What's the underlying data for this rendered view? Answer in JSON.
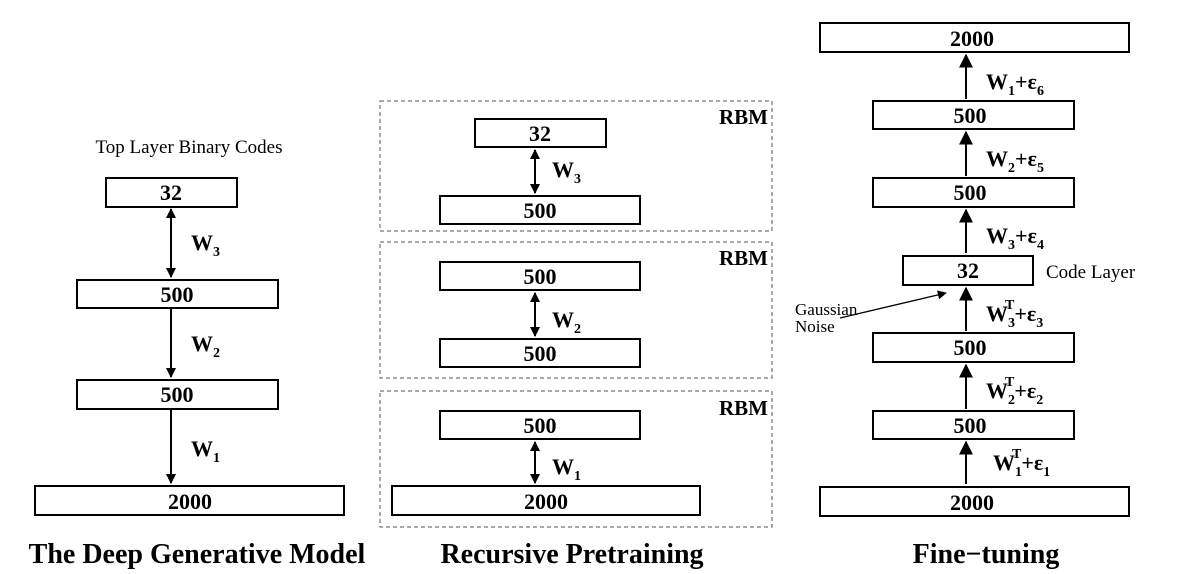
{
  "panels": {
    "generative": {
      "title": "The Deep Generative Model",
      "top_label": "Top Layer Binary Codes",
      "layers": [
        "32",
        "500",
        "500",
        "2000"
      ],
      "weights": [
        {
          "base": "W",
          "sub": "3"
        },
        {
          "base": "W",
          "sub": "2"
        },
        {
          "base": "W",
          "sub": "1"
        }
      ]
    },
    "pretraining": {
      "title": "Recursive Pretraining",
      "rbm_label": "RBM",
      "rbms": [
        {
          "top": "32",
          "bottom": "500",
          "weight": {
            "base": "W",
            "sub": "3"
          }
        },
        {
          "top": "500",
          "bottom": "500",
          "weight": {
            "base": "W",
            "sub": "2"
          }
        },
        {
          "top": "500",
          "bottom": "2000",
          "weight": {
            "base": "W",
            "sub": "1"
          }
        }
      ]
    },
    "finetuning": {
      "title": "Fine−tuning",
      "code_label": "Code Layer",
      "noise_label_1": "Gaussian",
      "noise_label_2": "Noise",
      "layers": [
        "2000",
        "500",
        "500",
        "32",
        "500",
        "500",
        "2000"
      ],
      "weights": [
        {
          "base": "W",
          "sub": "1",
          "sup": "",
          "plus": "+ε",
          "eps": "6"
        },
        {
          "base": "W",
          "sub": "2",
          "sup": "",
          "plus": "+ε",
          "eps": "5"
        },
        {
          "base": "W",
          "sub": "3",
          "sup": "",
          "plus": "+ε",
          "eps": "4"
        },
        {
          "base": "W",
          "sub": "3",
          "sup": "T",
          "plus": "+ε",
          "eps": "3"
        },
        {
          "base": "W",
          "sub": "2",
          "sup": "T",
          "plus": "+ε",
          "eps": "2"
        },
        {
          "base": "W",
          "sub": "1",
          "sup": "T",
          "plus": "+ε",
          "eps": "1"
        }
      ]
    }
  }
}
